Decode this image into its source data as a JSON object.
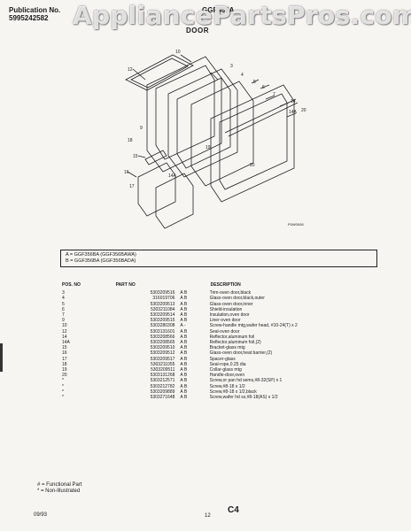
{
  "header": {
    "publication_label": "Publication No.",
    "publication_number": "5995242582",
    "model_code": "GGF356A",
    "section": "DOOR"
  },
  "watermark": "AppliancePartsPros.com",
  "figure_code": "P0W0008",
  "models": [
    "A = GGF356BA (GGF356BAWA)",
    "B = GGF356BA (GGF356BADA)"
  ],
  "table": {
    "headers": [
      "POS. NO",
      "PART NO",
      "",
      "DESCRIPTION"
    ],
    "rows": [
      [
        "3",
        "5303209516",
        "A B",
        "Trim-oven door,black"
      ],
      [
        "4",
        "316019706",
        "A B",
        "Glass-oven door,black,outer"
      ],
      [
        "5",
        "5303209513",
        "A B",
        "Glass-oven door,inner"
      ],
      [
        "6",
        "5303211084",
        "A B",
        "Shield-insulation"
      ],
      [
        "7",
        "5303209514",
        "A B",
        "Insulation,oven door"
      ],
      [
        "9",
        "5303209515",
        "A B",
        "Liner-oven door"
      ],
      [
        "10",
        "5303280308",
        "A -",
        "Screw-handle mtg,wafer head, #10-24(T) x 2"
      ],
      [
        "12",
        "5303131601",
        "A B",
        "Seal-oven door"
      ],
      [
        "14",
        "5303208566",
        "A B",
        "Reflector,aluminum foil"
      ],
      [
        "14A",
        "5303208565",
        "A B",
        "Reflector,aluminum foil,(2)"
      ],
      [
        "15",
        "5303209510",
        "A B",
        "Bracket-glass mtg"
      ],
      [
        "16",
        "5303209512",
        "A B",
        "Glass-oven door,heat barrier,(2)"
      ],
      [
        "17",
        "5303209517",
        "A B",
        "Spacer-glass"
      ],
      [
        "18",
        "5303211055",
        "A B",
        "Seal-rope,0.25 dia"
      ],
      [
        "19",
        "5303209511",
        "A B",
        "Collar-glass mtg"
      ],
      [
        "20",
        "5303131268",
        "A B",
        "Handle-door,oven"
      ],
      [
        "*",
        "5303212571",
        "A B",
        "Screw,or pan hd sems,#8-32(SP) x 1"
      ],
      [
        "*",
        "5303212782",
        "A B",
        "Screw,#8-18 x 1/2"
      ],
      [
        "*",
        "5303209889",
        "A B",
        "Screw,#8-18 x 1/2,black"
      ],
      [
        "*",
        "5303271648",
        "A B",
        "Screw,wafer hd ss,#8-18(AS) x 1/2"
      ]
    ]
  },
  "notes": [
    "# = Functional Part",
    "* = Non-Illustrated"
  ],
  "footer": {
    "date": "09/93",
    "page": "12",
    "code": "C4"
  },
  "diagram_labels": [
    "10",
    "12",
    "9",
    "3",
    "4",
    "5",
    "6",
    "7",
    "14",
    "14A",
    "15",
    "16",
    "17",
    "18",
    "19",
    "20",
    "14A",
    "20"
  ]
}
